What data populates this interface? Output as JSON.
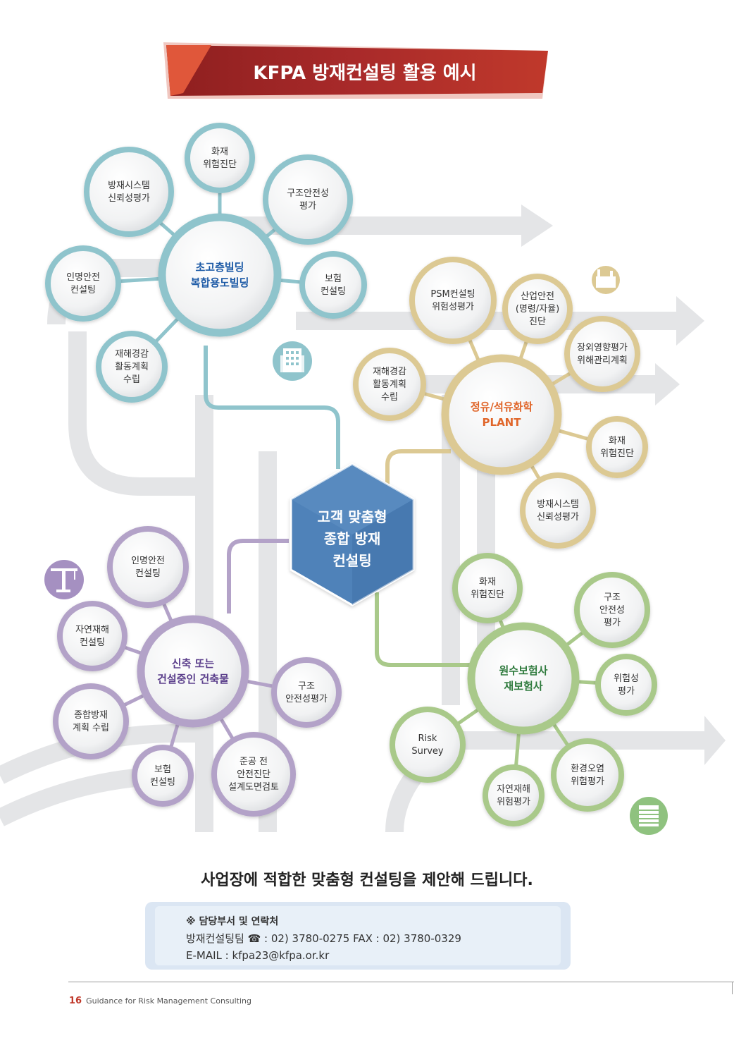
{
  "title": "KFPA 방재컨설팅 활용 예시",
  "center": [
    "고객 맞춤형",
    "종합 방재",
    "컨설팅"
  ],
  "hubs": {
    "building": {
      "lines": [
        "초고층빌딩",
        "복합용도빌딩"
      ],
      "color": "#8fc4cc",
      "text_color": "#1f5aa6"
    },
    "plant": {
      "lines": [
        "정유/석유화학",
        "PLANT"
      ],
      "color": "#dcc993",
      "text_color": "#e0662a"
    },
    "insurance": {
      "lines": [
        "원수보험사",
        "재보험사"
      ],
      "color": "#a9c98a",
      "text_color": "#2f7a3c"
    },
    "construction": {
      "lines": [
        "신축 또는",
        "건설중인 건축물"
      ],
      "color": "#b3a2c8",
      "text_color": "#5b3f8c"
    }
  },
  "building_nodes": [
    [
      "화재",
      "위험진단"
    ],
    [
      "방재시스템",
      "신뢰성평가"
    ],
    [
      "구조안전성",
      "평가"
    ],
    [
      "인명안전",
      "컨설팅"
    ],
    [
      "보험",
      "컨설팅"
    ],
    [
      "재해경감",
      "활동계획",
      "수립"
    ]
  ],
  "plant_nodes": [
    [
      "PSM컨설팅",
      "위험성평가"
    ],
    [
      "산업안전",
      "(명령/자율)",
      "진단"
    ],
    [
      "장외영향평가",
      "위해관리계획"
    ],
    [
      "재해경감",
      "활동계획",
      "수립"
    ],
    [
      "화재",
      "위험진단"
    ],
    [
      "방재시스템",
      "신뢰성평가"
    ]
  ],
  "insurance_nodes": [
    [
      "화재",
      "위험진단"
    ],
    [
      "구조",
      "안전성",
      "평가"
    ],
    [
      "위험성",
      "평가"
    ],
    [
      "Risk",
      "Survey"
    ],
    [
      "자연재해",
      "위험평가"
    ],
    [
      "환경오염",
      "위험평가"
    ]
  ],
  "construction_nodes": [
    [
      "인명안전",
      "컨설팅"
    ],
    [
      "자연재해",
      "컨설팅"
    ],
    [
      "구조",
      "안전성평가"
    ],
    [
      "종합방재",
      "계획 수립"
    ],
    [
      "보험",
      "컨설팅"
    ],
    [
      "준공 전",
      "안전진단",
      "설계도면검토"
    ]
  ],
  "icons": [
    "building-icon",
    "factory-icon",
    "crane-icon",
    "office-icon"
  ],
  "tagline": "사업장에 적합한 맞춤형 컨설팅을 제안해 드립니다.",
  "contact": {
    "heading": "※ 담당부서 및 연락처",
    "phone_line": "방재컨설팅팀 ☎ : 02) 3780-0275   FAX : 02) 3780-0329",
    "email_line": "E-MAIL : kfpa23@kfpa.or.kr"
  },
  "footer": {
    "page": "16",
    "text": "Guidance for Risk Management Consulting"
  }
}
